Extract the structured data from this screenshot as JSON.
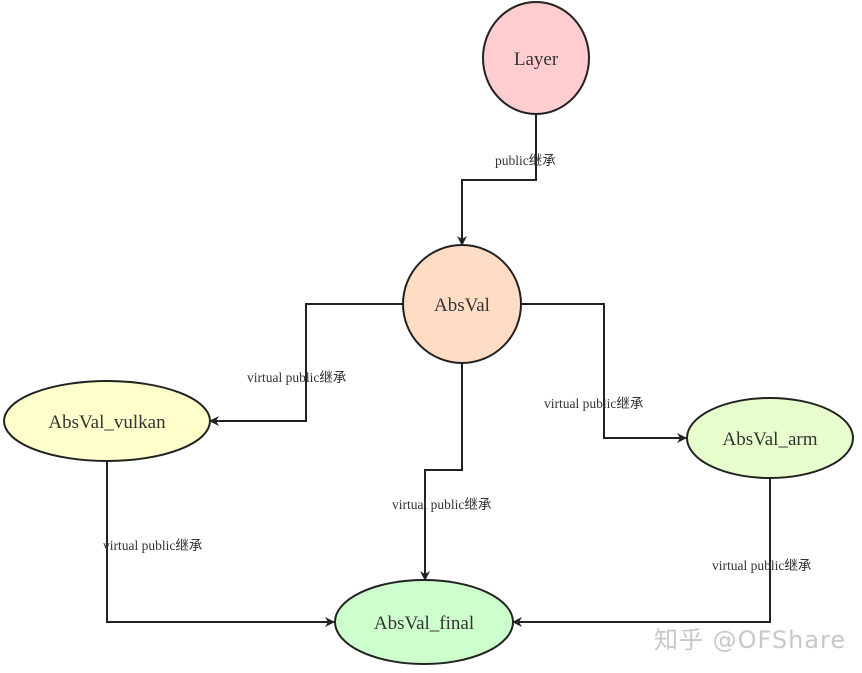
{
  "nodes": {
    "layer": {
      "label": "Layer",
      "fill": "#ffccd0"
    },
    "absval": {
      "label": "AbsVal",
      "fill": "#ffdcc4"
    },
    "vulkan": {
      "label": "AbsVal_vulkan",
      "fill": "#ffffcc"
    },
    "arm": {
      "label": "AbsVal_arm",
      "fill": "#e6ffcc"
    },
    "final": {
      "label": "AbsVal_final",
      "fill": "#ccffcc"
    }
  },
  "edges": {
    "layer_to_absval": "public继承",
    "absval_to_vulkan": "virtual public继承",
    "absval_to_arm": "virtual public继承",
    "absval_to_final": "virtual public继承",
    "vulkan_to_final": "virtual public继承",
    "arm_to_final": "virtual public继承"
  },
  "watermark": "知乎 @OFShare"
}
